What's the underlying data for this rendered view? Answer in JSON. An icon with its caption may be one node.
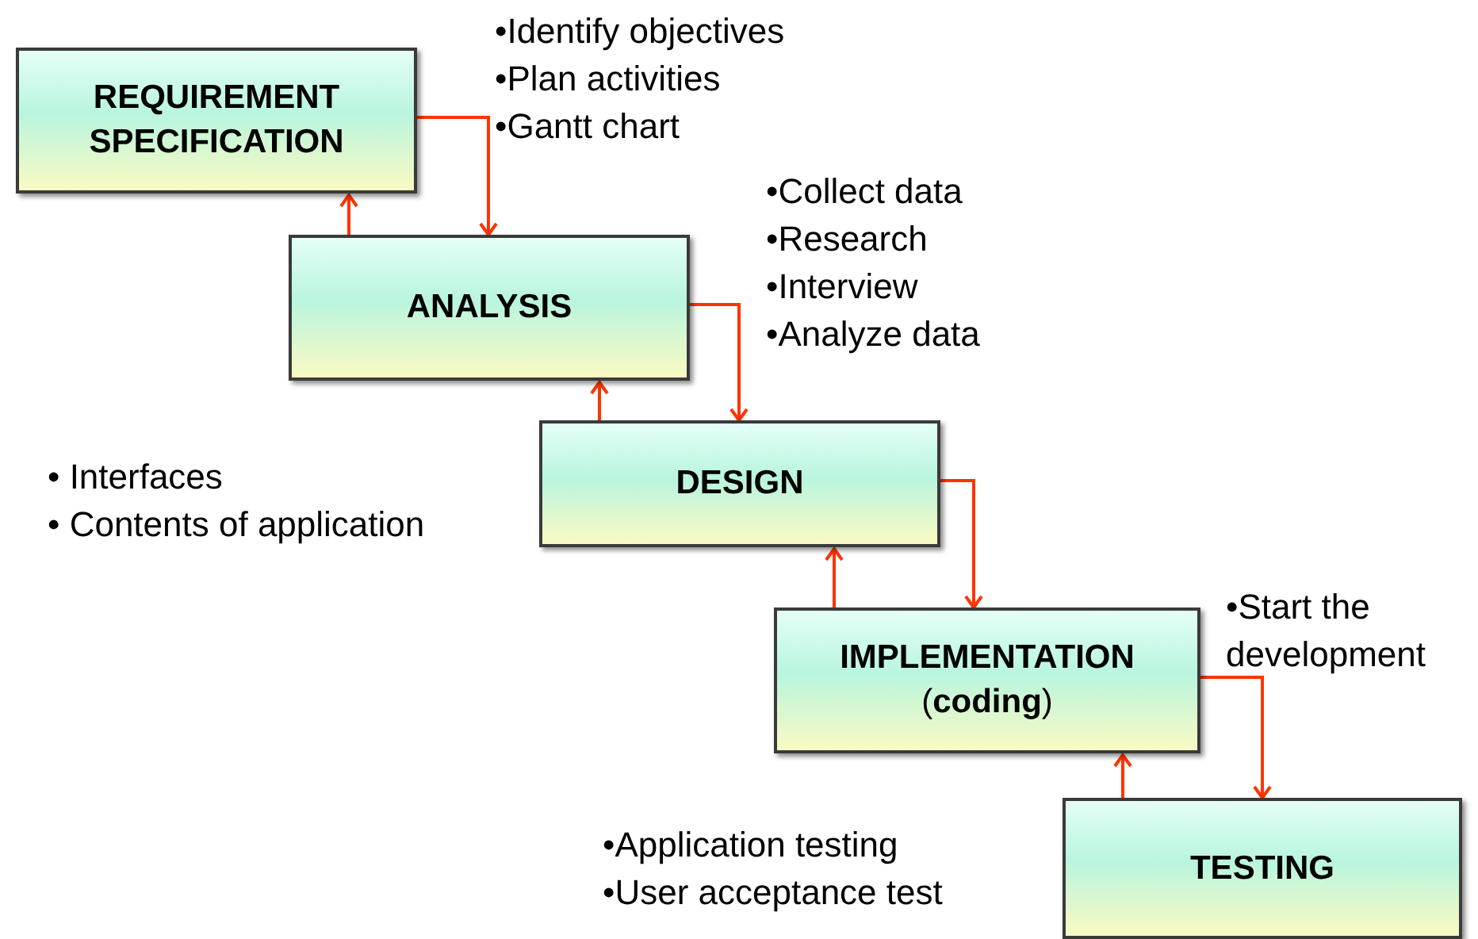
{
  "diagram": {
    "nodes": [
      {
        "text": [
          "REQUIREMENT SPECIFICATION"
        ],
        "beside": [
          "•Identify objectives",
          "•Plan activities",
          "•Gantt chart"
        ]
      },
      {
        "text": [
          "ANALYSIS"
        ],
        "beside": [
          "•Collect data",
          "•Research",
          "•Interview",
          "•Analyze data"
        ]
      },
      {
        "text": [
          "DESIGN"
        ],
        "beside": [
          "• Interfaces",
          "• Contents of application"
        ]
      },
      {
        "text": [
          "IMPLEMENTATION",
          "(**coding**)"
        ],
        "beside": [
          "•Start the development"
        ]
      },
      {
        "text": [
          "TESTING"
        ],
        "beside": [
          "•Application testing",
          "•User acceptance test"
        ]
      }
    ],
    "edges": [
      {
        "from": 0,
        "to": 1,
        "arrow": "to"
      },
      {
        "from": 1,
        "to": 0,
        "arrow": "to"
      },
      {
        "from": 1,
        "to": 2,
        "arrow": "to"
      },
      {
        "from": 2,
        "to": 1,
        "arrow": "to"
      },
      {
        "from": 2,
        "to": 3,
        "arrow": "to"
      },
      {
        "from": 3,
        "to": 2,
        "arrow": "to"
      },
      {
        "from": 3,
        "to": 4,
        "arrow": "to"
      },
      {
        "from": 4,
        "to": 3,
        "arrow": "to"
      }
    ]
  }
}
